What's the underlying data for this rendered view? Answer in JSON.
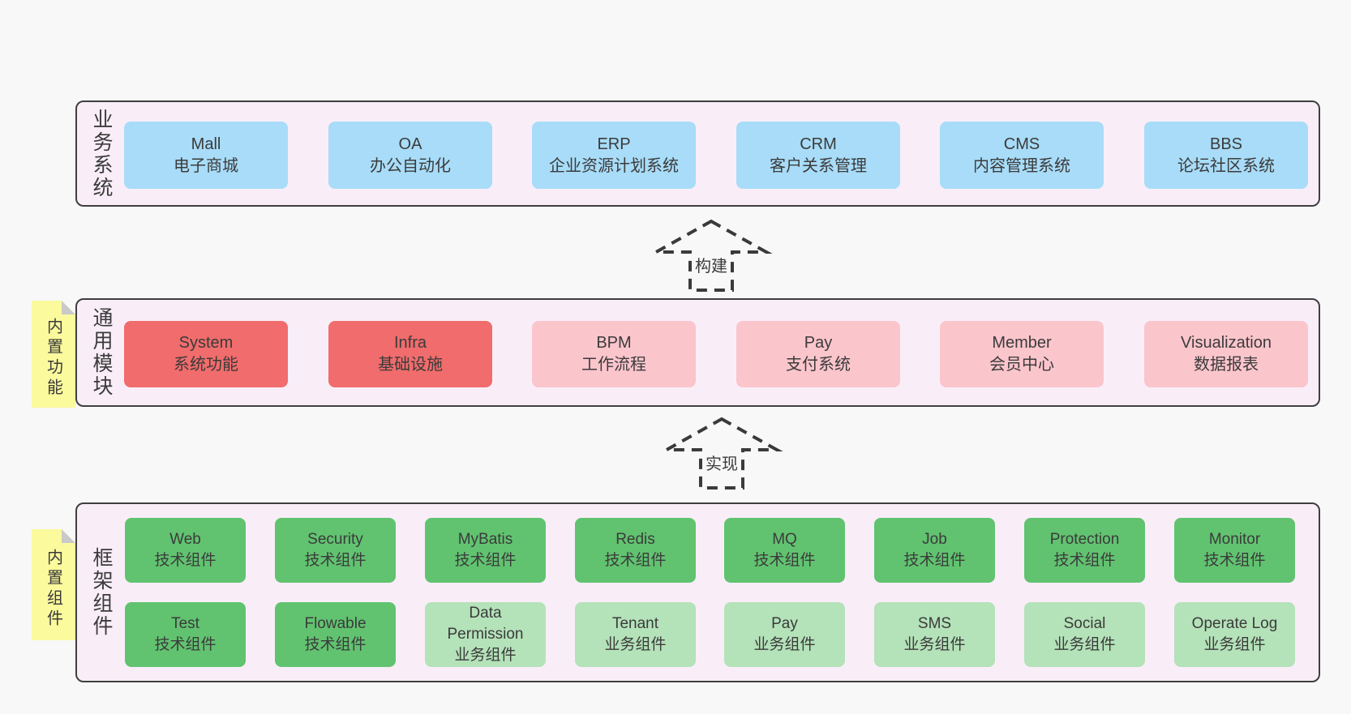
{
  "colors": {
    "page_bg": "#f8f8f8",
    "band_bg": "#f9eef8",
    "border": "#3f3f3f",
    "text": "#3b3b3b",
    "blue": "#a8dcf8",
    "red": "#f16c6c",
    "pink": "#fbc5cc",
    "green": "#61c370",
    "green_light": "#b4e2b9",
    "sticky_yellow": "#fbfa9d",
    "fold_gray": "#c9c9c9"
  },
  "arrows": [
    {
      "label": "构建"
    },
    {
      "label": "实现"
    }
  ],
  "bands": [
    {
      "label": "业务系统",
      "boxes": [
        {
          "title": "Mall",
          "subtitle": "电子商城",
          "variant": "blue"
        },
        {
          "title": "OA",
          "subtitle": "办公自动化",
          "variant": "blue"
        },
        {
          "title": "ERP",
          "subtitle": "企业资源计划系统",
          "variant": "blue"
        },
        {
          "title": "CRM",
          "subtitle": "客户关系管理",
          "variant": "blue"
        },
        {
          "title": "CMS",
          "subtitle": "内容管理系统",
          "variant": "blue"
        },
        {
          "title": "BBS",
          "subtitle": "论坛社区系统",
          "variant": "blue"
        }
      ]
    },
    {
      "label": "通用模块",
      "sticky": "内置功能",
      "boxes": [
        {
          "title": "System",
          "subtitle": "系统功能",
          "variant": "red"
        },
        {
          "title": "Infra",
          "subtitle": "基础设施",
          "variant": "red"
        },
        {
          "title": "BPM",
          "subtitle": "工作流程",
          "variant": "pink"
        },
        {
          "title": "Pay",
          "subtitle": "支付系统",
          "variant": "pink"
        },
        {
          "title": "Member",
          "subtitle": "会员中心",
          "variant": "pink"
        },
        {
          "title": "Visualization",
          "subtitle": "数据报表",
          "variant": "pink"
        }
      ]
    },
    {
      "label": "框架组件",
      "sticky": "内置组件",
      "rows": [
        [
          {
            "title": "Web",
            "subtitle": "技术组件",
            "variant": "green"
          },
          {
            "title": "Security",
            "subtitle": "技术组件",
            "variant": "green"
          },
          {
            "title": "MyBatis",
            "subtitle": "技术组件",
            "variant": "green"
          },
          {
            "title": "Redis",
            "subtitle": "技术组件",
            "variant": "green"
          },
          {
            "title": "MQ",
            "subtitle": "技术组件",
            "variant": "green"
          },
          {
            "title": "Job",
            "subtitle": "技术组件",
            "variant": "green"
          },
          {
            "title": "Protection",
            "subtitle": "技术组件",
            "variant": "green"
          },
          {
            "title": "Monitor",
            "subtitle": "技术组件",
            "variant": "green"
          }
        ],
        [
          {
            "title": "Test",
            "subtitle": "技术组件",
            "variant": "green"
          },
          {
            "title": "Flowable",
            "subtitle": "技术组件",
            "variant": "green"
          },
          {
            "title": "Data Permission",
            "subtitle": "业务组件",
            "variant": "green-light"
          },
          {
            "title": "Tenant",
            "subtitle": "业务组件",
            "variant": "green-light"
          },
          {
            "title": "Pay",
            "subtitle": "业务组件",
            "variant": "green-light"
          },
          {
            "title": "SMS",
            "subtitle": "业务组件",
            "variant": "green-light"
          },
          {
            "title": "Social",
            "subtitle": "业务组件",
            "variant": "green-light"
          },
          {
            "title": "Operate Log",
            "subtitle": "业务组件",
            "variant": "green-light"
          }
        ]
      ]
    }
  ]
}
